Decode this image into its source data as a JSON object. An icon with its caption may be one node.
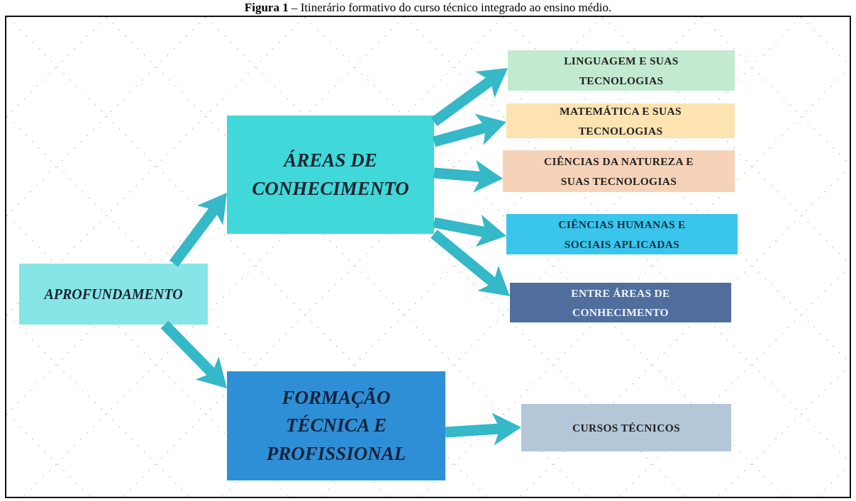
{
  "diagram": {
    "title": "**Figura 1** – Itinerário formativo do curso técnico integrado ao ensino médio.",
    "nodes": [
      {
        "text": [
          "APROFUNDAMENTO"
        ]
      },
      {
        "text": [
          "ÁREAS DE CONHECIMENTO"
        ]
      },
      {
        "text": [
          "FORMAÇÃO TÉCNICA E PROFISSIONAL"
        ]
      },
      {
        "text": [
          "LINGUAGEM E SUAS TECNOLOGIAS"
        ]
      },
      {
        "text": [
          "MATEMÁTICA E SUAS TECNOLOGIAS"
        ]
      },
      {
        "text": [
          "CIÊNCIAS DA NATUREZA E SUAS TECNOLOGIAS"
        ]
      },
      {
        "text": [
          "CIÊNCIAS HUMANAS E SOCIAIS  APLICADAS"
        ]
      },
      {
        "text": [
          "ENTRE ÁREAS DE CONHECIMENTO"
        ]
      },
      {
        "text": [
          "CURSOS TÉCNICOS"
        ]
      }
    ],
    "edges": [
      {
        "from": 0,
        "to": 1,
        "arrow": "to"
      },
      {
        "from": 0,
        "to": 2,
        "arrow": "to"
      },
      {
        "from": 1,
        "to": 3,
        "arrow": "to"
      },
      {
        "from": 1,
        "to": 4,
        "arrow": "to"
      },
      {
        "from": 1,
        "to": 5,
        "arrow": "to"
      },
      {
        "from": 1,
        "to": 6,
        "arrow": "to"
      },
      {
        "from": 1,
        "to": 7,
        "arrow": "to"
      },
      {
        "from": 2,
        "to": 8,
        "arrow": "to"
      }
    ]
  }
}
